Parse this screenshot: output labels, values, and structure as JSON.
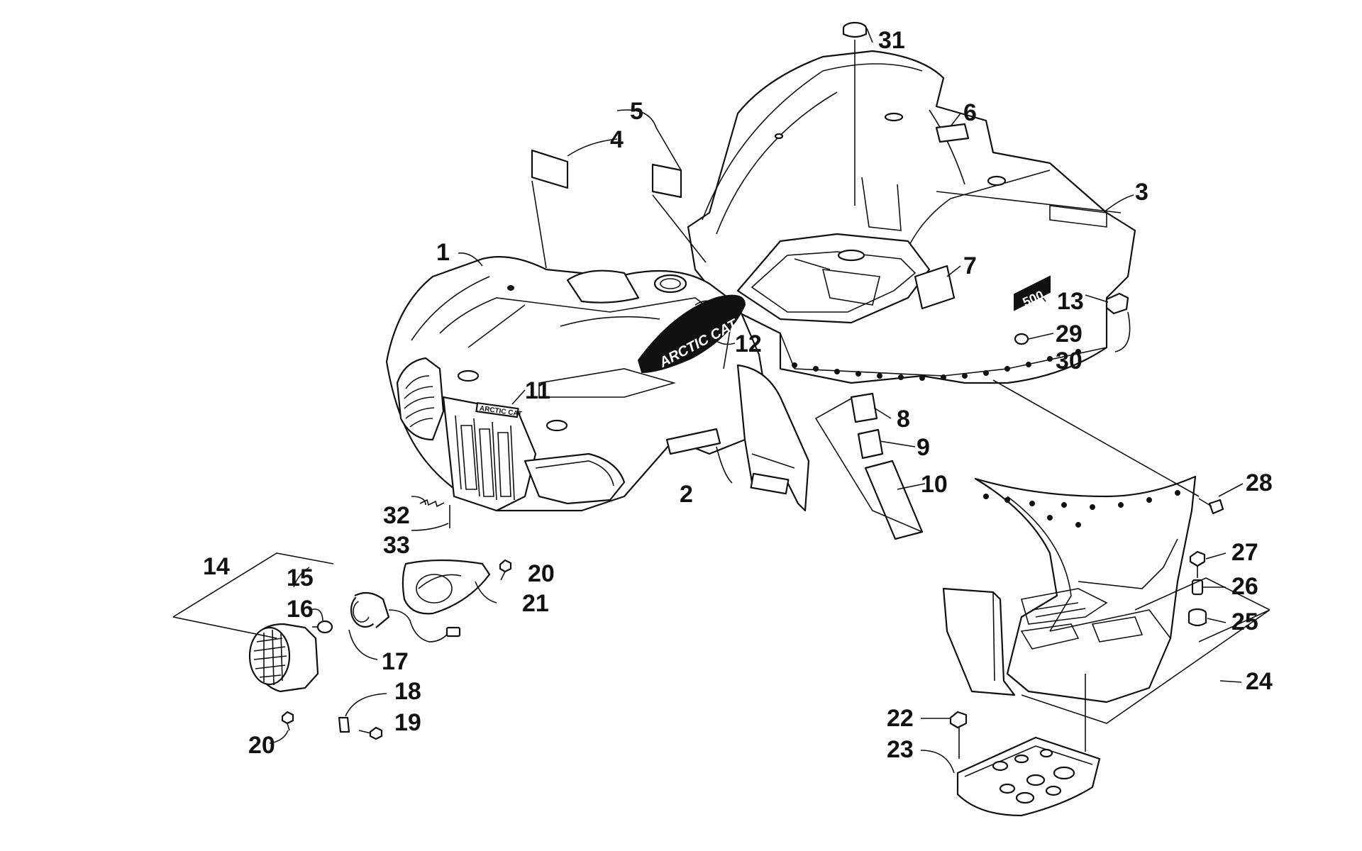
{
  "decal_logo": "ARCTIC CAT",
  "grille_emblem": "ARCTIC CAT",
  "engine_badge": "500",
  "callouts": [
    {
      "id": "c1",
      "text": "1"
    },
    {
      "id": "c2",
      "text": "2"
    },
    {
      "id": "c3",
      "text": "3"
    },
    {
      "id": "c4",
      "text": "4"
    },
    {
      "id": "c5",
      "text": "5"
    },
    {
      "id": "c6",
      "text": "6"
    },
    {
      "id": "c7",
      "text": "7"
    },
    {
      "id": "c8",
      "text": "8"
    },
    {
      "id": "c9",
      "text": "9"
    },
    {
      "id": "c10",
      "text": "10"
    },
    {
      "id": "c11",
      "text": "11"
    },
    {
      "id": "c12",
      "text": "12"
    },
    {
      "id": "c13",
      "text": "13"
    },
    {
      "id": "c14",
      "text": "14"
    },
    {
      "id": "c15",
      "text": "15"
    },
    {
      "id": "c16",
      "text": "16"
    },
    {
      "id": "c17",
      "text": "17"
    },
    {
      "id": "c18",
      "text": "18"
    },
    {
      "id": "c19",
      "text": "19"
    },
    {
      "id": "c20a",
      "text": "20"
    },
    {
      "id": "c20b",
      "text": "20"
    },
    {
      "id": "c21",
      "text": "21"
    },
    {
      "id": "c22",
      "text": "22"
    },
    {
      "id": "c23",
      "text": "23"
    },
    {
      "id": "c24",
      "text": "24"
    },
    {
      "id": "c25",
      "text": "25"
    },
    {
      "id": "c26",
      "text": "26"
    },
    {
      "id": "c27",
      "text": "27"
    },
    {
      "id": "c28",
      "text": "28"
    },
    {
      "id": "c29",
      "text": "29"
    },
    {
      "id": "c30",
      "text": "30"
    },
    {
      "id": "c31",
      "text": "31"
    },
    {
      "id": "c32",
      "text": "32"
    },
    {
      "id": "c33",
      "text": "33"
    }
  ]
}
